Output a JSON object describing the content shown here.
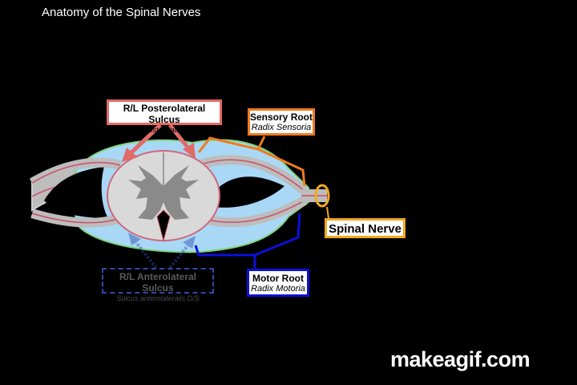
{
  "title": "Anatomy of the Spinal Nerves",
  "labels": {
    "posterolateral_sulcus": {
      "main": "R/L Posterolateral Sulcus",
      "sub": "Sulcus posterolateralis D/S"
    },
    "sensory_root": {
      "main": "Sensory Root",
      "sub": "Radix Sensoria"
    },
    "anterolateral_sulcus": {
      "main": "R/L Anterolateral Sulcus",
      "sub": "Sulcus anterolateralis D/S"
    },
    "motor_root": {
      "main": "Motor Root",
      "sub": "Radix Motoria"
    },
    "spinal_nerve": {
      "main": "Spinal Nerve"
    }
  },
  "colors": {
    "posterolateral": "#e06a68",
    "sensory": "#f07a1e",
    "anterolateral": "#2d4aa8",
    "motor": "#0b10d8",
    "spinal_nerve": "#f2a81c",
    "csf": "#a9d8f6",
    "cord": "#d9d9d9",
    "gray_matter": "#8a8a8a"
  },
  "watermark": "makeagif.com"
}
